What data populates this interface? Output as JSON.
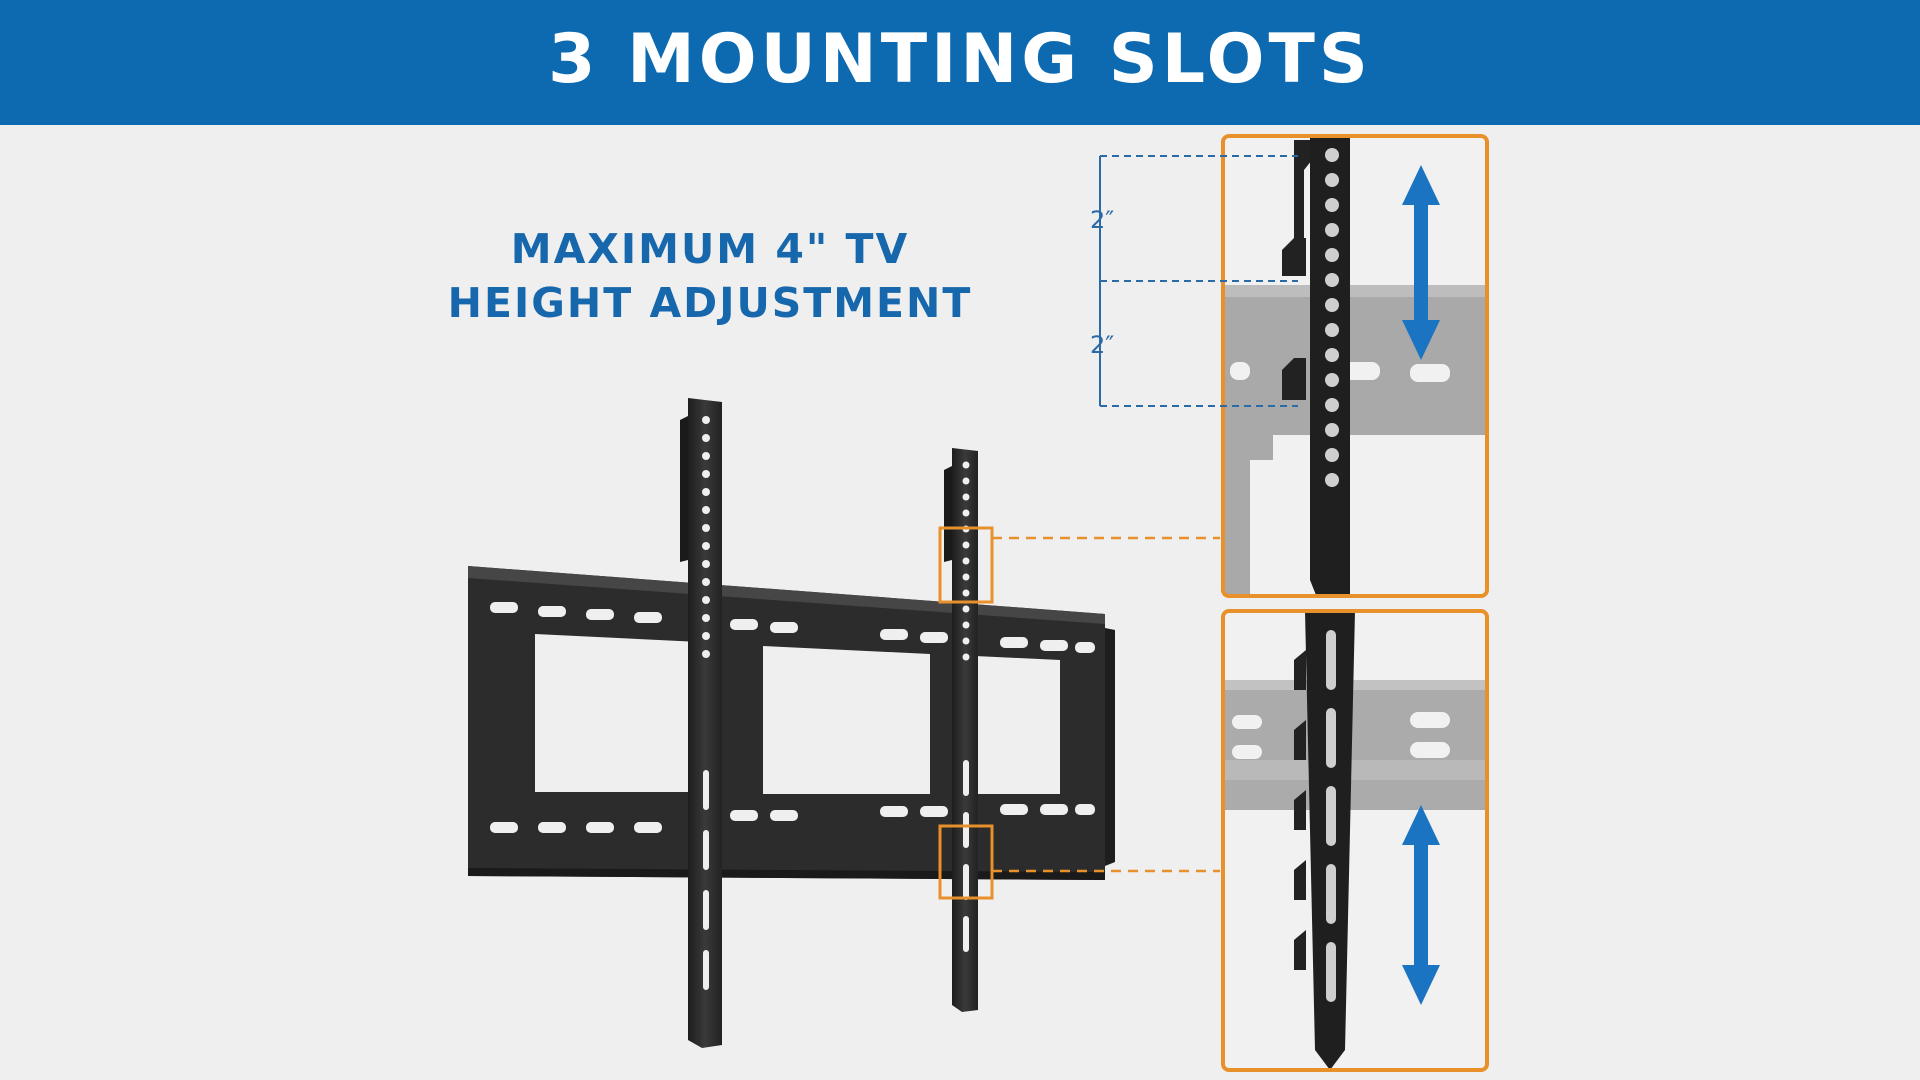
{
  "banner": {
    "title": "3 MOUNTING SLOTS"
  },
  "subhead": {
    "line1": "MAXIMUM 4\" TV",
    "line2": "HEIGHT ADJUSTMENT"
  },
  "dimensions": {
    "upper": "2″",
    "lower": "2″"
  },
  "colors": {
    "banner": "#0d6ab1",
    "heading_text": "#1767ad",
    "callout_border": "#e8902a",
    "arrow": "#1b74c2",
    "dimension_line": "#2a6aa6",
    "mount_metal": "#2b2b2b"
  }
}
